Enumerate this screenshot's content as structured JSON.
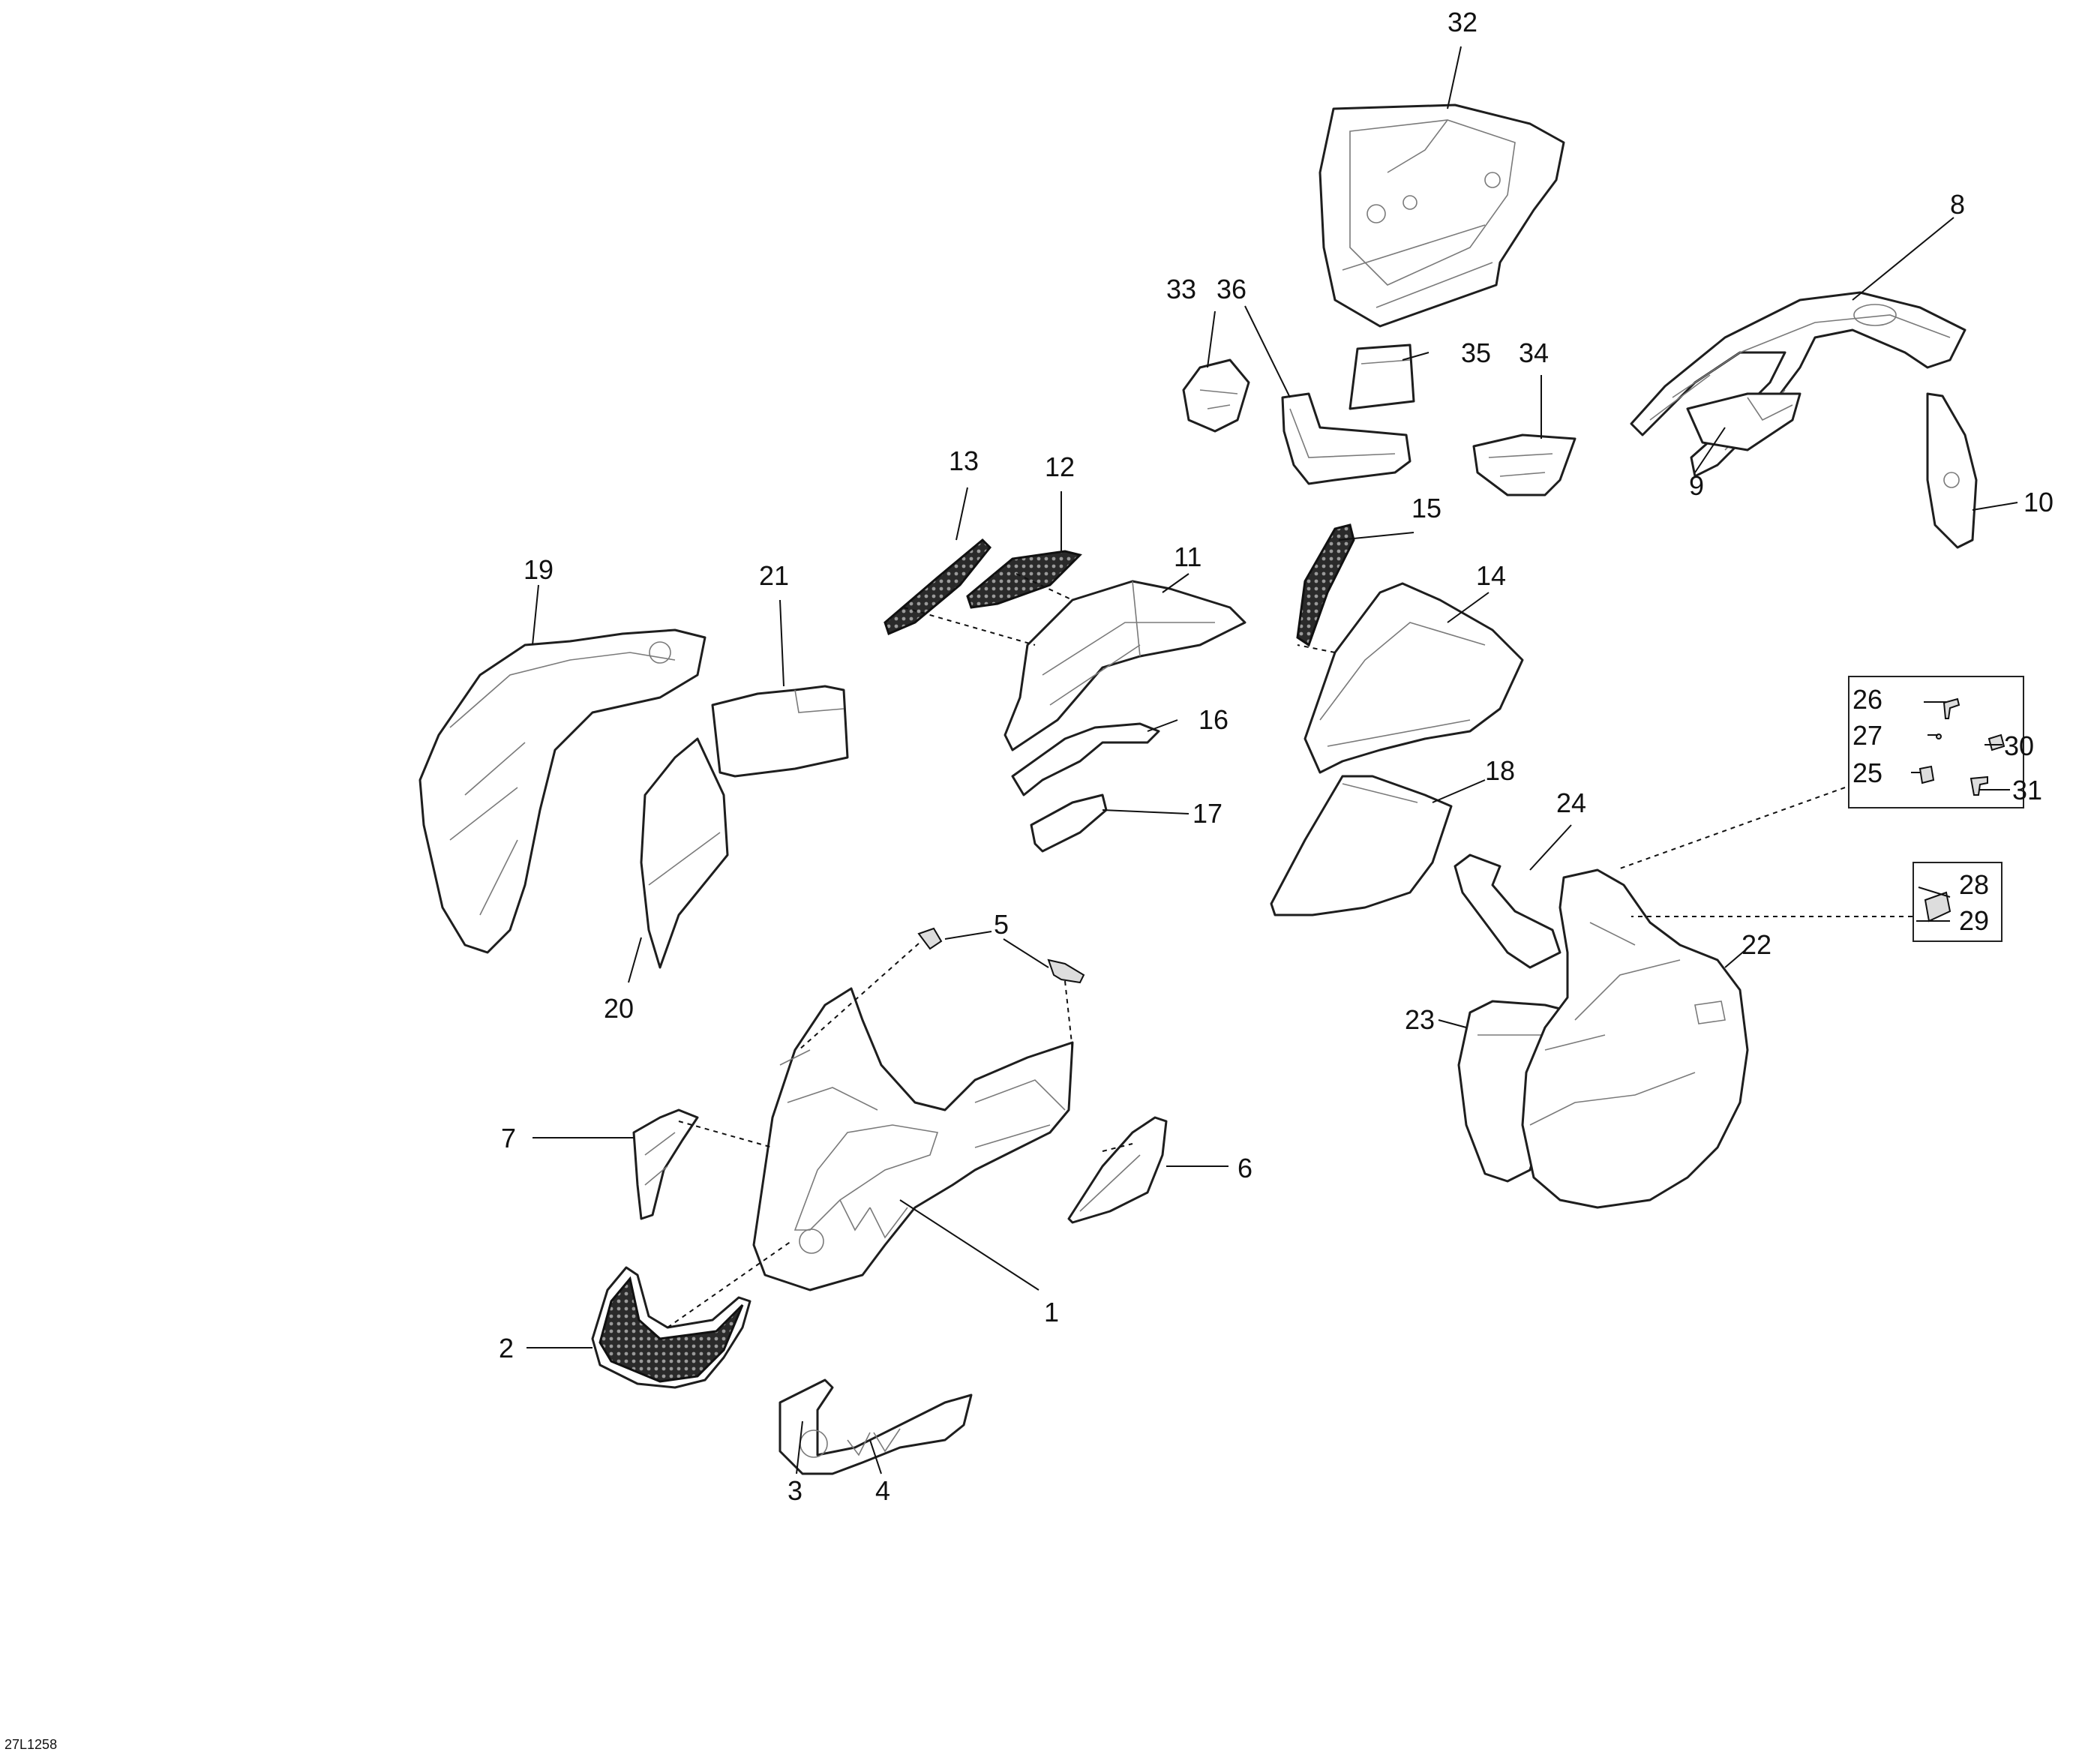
{
  "diagram": {
    "figure_code": "27L1258",
    "callouts": [
      "1",
      "2",
      "3",
      "4",
      "5",
      "6",
      "7",
      "8",
      "9",
      "10",
      "11",
      "12",
      "13",
      "14",
      "15",
      "16",
      "17",
      "18",
      "19",
      "20",
      "21",
      "22",
      "23",
      "24",
      "25",
      "26",
      "27",
      "28",
      "29",
      "30",
      "31",
      "32",
      "33",
      "34",
      "35",
      "36"
    ]
  }
}
